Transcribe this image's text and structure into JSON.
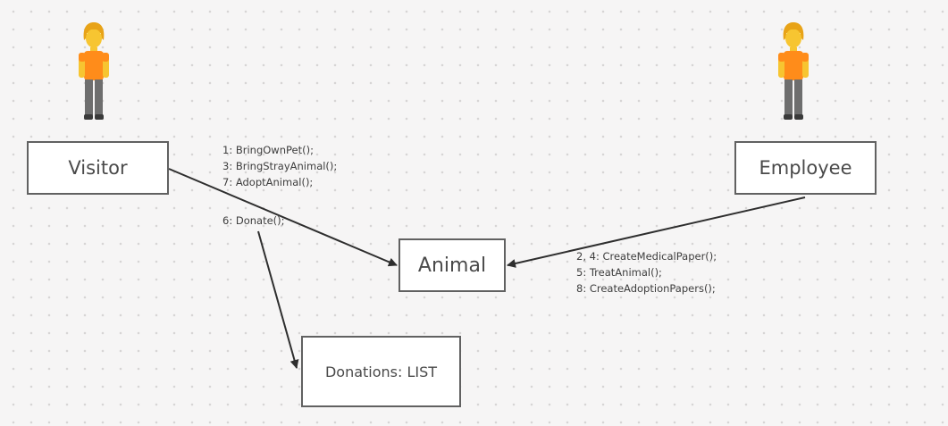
{
  "actors": [
    {
      "id": "visitor",
      "label": "Visitor"
    },
    {
      "id": "employee",
      "label": "Employee"
    }
  ],
  "objects": {
    "animal": "Animal",
    "donations": "Donations: LIST"
  },
  "messages": {
    "visitor_to_animal": [
      "1: BringOwnPet();",
      "3: BringStrayAnimal();",
      "7: AdoptAnimal();"
    ],
    "visitor_to_donations": [
      "6: Donate();"
    ],
    "employee_to_animal": [
      "2, 4: CreateMedicalPaper();",
      "5: TreatAnimal();",
      "8: CreateAdoptionPapers();"
    ]
  },
  "colors": {
    "canvas": "#f6f5f5",
    "grid_dot": "#d7d5d5",
    "box_border": "#616161",
    "arrow": "#2e2e2e",
    "actor_shirt": "#ff8c1a",
    "actor_hair": "#e8a317",
    "actor_skin": "#f7c531",
    "actor_pants": "#6e6e6e"
  },
  "icons": [
    "person-standing-icon"
  ]
}
